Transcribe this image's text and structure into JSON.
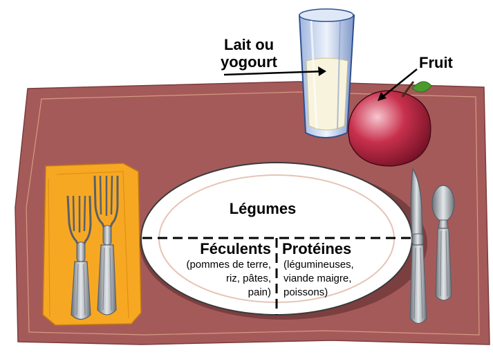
{
  "labels": {
    "milk_line1": "Lait ou",
    "milk_line2": "yogourt",
    "fruit": "Fruit",
    "vegetables": "Légumes",
    "starches": "Féculents",
    "starches_line1": "(pommes de terre,",
    "starches_line2": "riz, pâtes,",
    "starches_line3": "pain)",
    "proteins": "Protéines",
    "proteins_line1": "(légumineuses,",
    "proteins_line2": "viande maigre,",
    "proteins_line3": "poissons)"
  },
  "colors": {
    "placemat": "#a55a5a",
    "napkin": "#f7a823",
    "plate": "#ffffff",
    "apple": "#b8253f",
    "leaf": "#4a9a2e",
    "milk": "#f8f3dc",
    "glass": "#c9d7ef",
    "cutlery": "#9aa1a8"
  },
  "icons": [
    "placemat",
    "napkin",
    "fork-icon",
    "fork-icon",
    "plate",
    "knife-icon",
    "spoon-icon",
    "milk-glass-icon",
    "apple-icon"
  ]
}
